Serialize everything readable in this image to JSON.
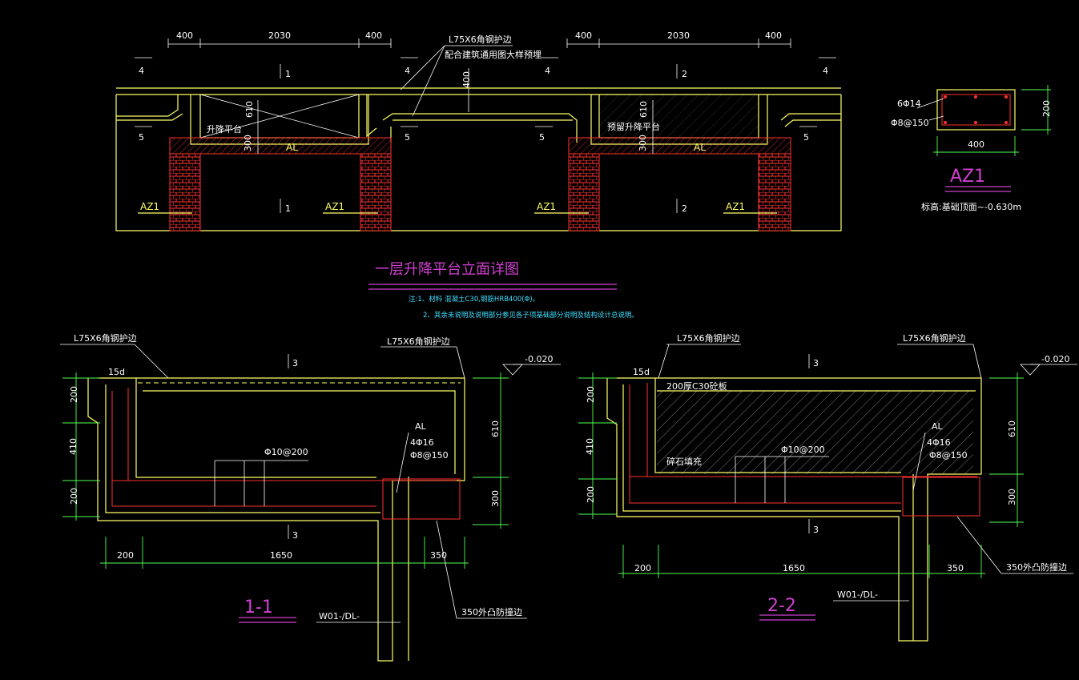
{
  "elevation": {
    "dims_top_left": [
      "400",
      "2030",
      "400"
    ],
    "dims_top_right": [
      "400",
      "2030",
      "400"
    ],
    "leader_note_1": "L75X6角钢护边",
    "leader_note_2": "配合建筑通用图大样预埋",
    "dim_400_vertical": "400",
    "dim_610": "610",
    "dim_300": "300",
    "marker_4": "4",
    "marker_5": "5",
    "section_l1": "1",
    "section_l2": "2",
    "platform_label_left": "升降平台",
    "platform_label_right": "预留升降平台",
    "beam_label": "AL",
    "column_label": "AZ1"
  },
  "az1_detail": {
    "rebar_long": "6Φ14",
    "stirrup": "Φ8@150",
    "width": "400",
    "height": "200",
    "title": "AZ1",
    "elevation_note": "标高:基础顶面~-0.630m"
  },
  "main_title": "一层升降平台立面详图",
  "notes": {
    "line1": "注:1、材料 混凝土C30,钢筋HRB400(Φ)。",
    "line2": "2、其余未说明及说明部分参见各子项基础部分说明及结构设计总说明。"
  },
  "section_11": {
    "title": "1-1",
    "angle_left": "L75X6角钢护边",
    "angle_right": "L75X6角钢护边",
    "level": "-0.020",
    "lap": "15d",
    "section_mark": "3",
    "dims_left": [
      "200",
      "410",
      "200"
    ],
    "dims_right": [
      "610",
      "300"
    ],
    "dims_bottom": [
      "200",
      "1650",
      "350"
    ],
    "beam": "AL",
    "beam_rebar": "4Φ16",
    "beam_stirrup": "Φ8@150",
    "slab_rebar": "Φ10@200",
    "wall_label": "W01-/DL-",
    "curb_label": "350外凸防撞边"
  },
  "section_22": {
    "title": "2-2",
    "angle_left": "L75X6角钢护边",
    "angle_right": "L75X6角钢护边",
    "level": "-0.020",
    "lap": "15d",
    "section_mark": "3",
    "top_slab": "200厚C30砼板",
    "fill_label": "碎石填充",
    "dims_left": [
      "200",
      "410",
      "200"
    ],
    "dims_right": [
      "610",
      "300"
    ],
    "dims_bottom": [
      "200",
      "1650",
      "350"
    ],
    "beam": "AL",
    "beam_rebar": "4Φ16",
    "beam_stirrup": "Φ8@150",
    "slab_rebar": "Φ10@200",
    "wall_label": "W01-/DL-",
    "curb_label": "350外凸防撞边"
  },
  "colors": {
    "background": "#000000",
    "outline": "#ffff66",
    "rebar": "#ff3030",
    "title": "#d040d0",
    "notes": "#40e0ff",
    "dimension": "#50ff50"
  }
}
